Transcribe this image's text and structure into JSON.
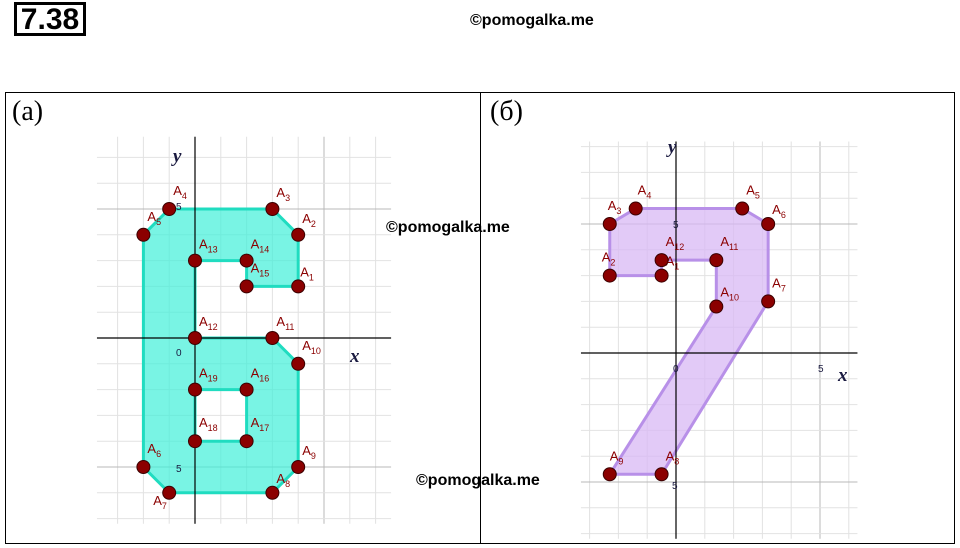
{
  "problem_number": "7.38",
  "watermark": "©pomogalka.me",
  "colors": {
    "fill_a": "#40f0d8",
    "fill_b": "#d8b8f4",
    "stroke_a": "#20dcc0",
    "stroke_b": "#b890e8",
    "point": "#8b0000"
  },
  "panel_a": {
    "label": "(а)",
    "x_axis": "x",
    "y_axis": "y",
    "ticks": [
      "0",
      "5",
      "5"
    ],
    "points": [
      {
        "name": "A",
        "sub": "1",
        "x": 4,
        "y": 2
      },
      {
        "name": "A",
        "sub": "2",
        "x": 4,
        "y": 4
      },
      {
        "name": "A",
        "sub": "3",
        "x": 3,
        "y": 5
      },
      {
        "name": "A",
        "sub": "4",
        "x": -1,
        "y": 5
      },
      {
        "name": "A",
        "sub": "5",
        "x": -2,
        "y": 4
      },
      {
        "name": "A",
        "sub": "6",
        "x": -2,
        "y": -5
      },
      {
        "name": "A",
        "sub": "7",
        "x": -1,
        "y": -6
      },
      {
        "name": "A",
        "sub": "8",
        "x": 3,
        "y": -6
      },
      {
        "name": "A",
        "sub": "9",
        "x": 4,
        "y": -5
      },
      {
        "name": "A",
        "sub": "10",
        "x": 4,
        "y": -1
      },
      {
        "name": "A",
        "sub": "11",
        "x": 3,
        "y": 0
      },
      {
        "name": "A",
        "sub": "12",
        "x": 0,
        "y": 0
      },
      {
        "name": "A",
        "sub": "13",
        "x": 0,
        "y": 3
      },
      {
        "name": "A",
        "sub": "14",
        "x": 2,
        "y": 3
      },
      {
        "name": "A",
        "sub": "15",
        "x": 2,
        "y": 2
      },
      {
        "name": "A",
        "sub": "16",
        "x": 2,
        "y": -2
      },
      {
        "name": "A",
        "sub": "17",
        "x": 2,
        "y": -4
      },
      {
        "name": "A",
        "sub": "18",
        "x": 0,
        "y": -4
      },
      {
        "name": "A",
        "sub": "19",
        "x": 0,
        "y": -2
      }
    ]
  },
  "panel_b": {
    "label": "(б)",
    "x_axis": "x",
    "y_axis": "y",
    "ticks": [
      "0",
      "5",
      "5",
      "5"
    ],
    "points": [
      {
        "name": "A",
        "sub": "1",
        "x": -0.5,
        "y": 3
      },
      {
        "name": "A",
        "sub": "2",
        "x": -2.3,
        "y": 3
      },
      {
        "name": "A",
        "sub": "3",
        "x": -2.3,
        "y": 5
      },
      {
        "name": "A",
        "sub": "4",
        "x": -1.4,
        "y": 5.6
      },
      {
        "name": "A",
        "sub": "5",
        "x": 2.3,
        "y": 5.6
      },
      {
        "name": "A",
        "sub": "6",
        "x": 3.2,
        "y": 5
      },
      {
        "name": "A",
        "sub": "7",
        "x": 3.2,
        "y": 2
      },
      {
        "name": "A",
        "sub": "8",
        "x": -0.5,
        "y": -4.7
      },
      {
        "name": "A",
        "sub": "9",
        "x": -2.3,
        "y": -4.7
      },
      {
        "name": "A",
        "sub": "10",
        "x": 1.4,
        "y": 1.8
      },
      {
        "name": "A",
        "sub": "11",
        "x": 1.4,
        "y": 3.6
      },
      {
        "name": "A",
        "sub": "12",
        "x": -0.5,
        "y": 3.6
      }
    ]
  }
}
